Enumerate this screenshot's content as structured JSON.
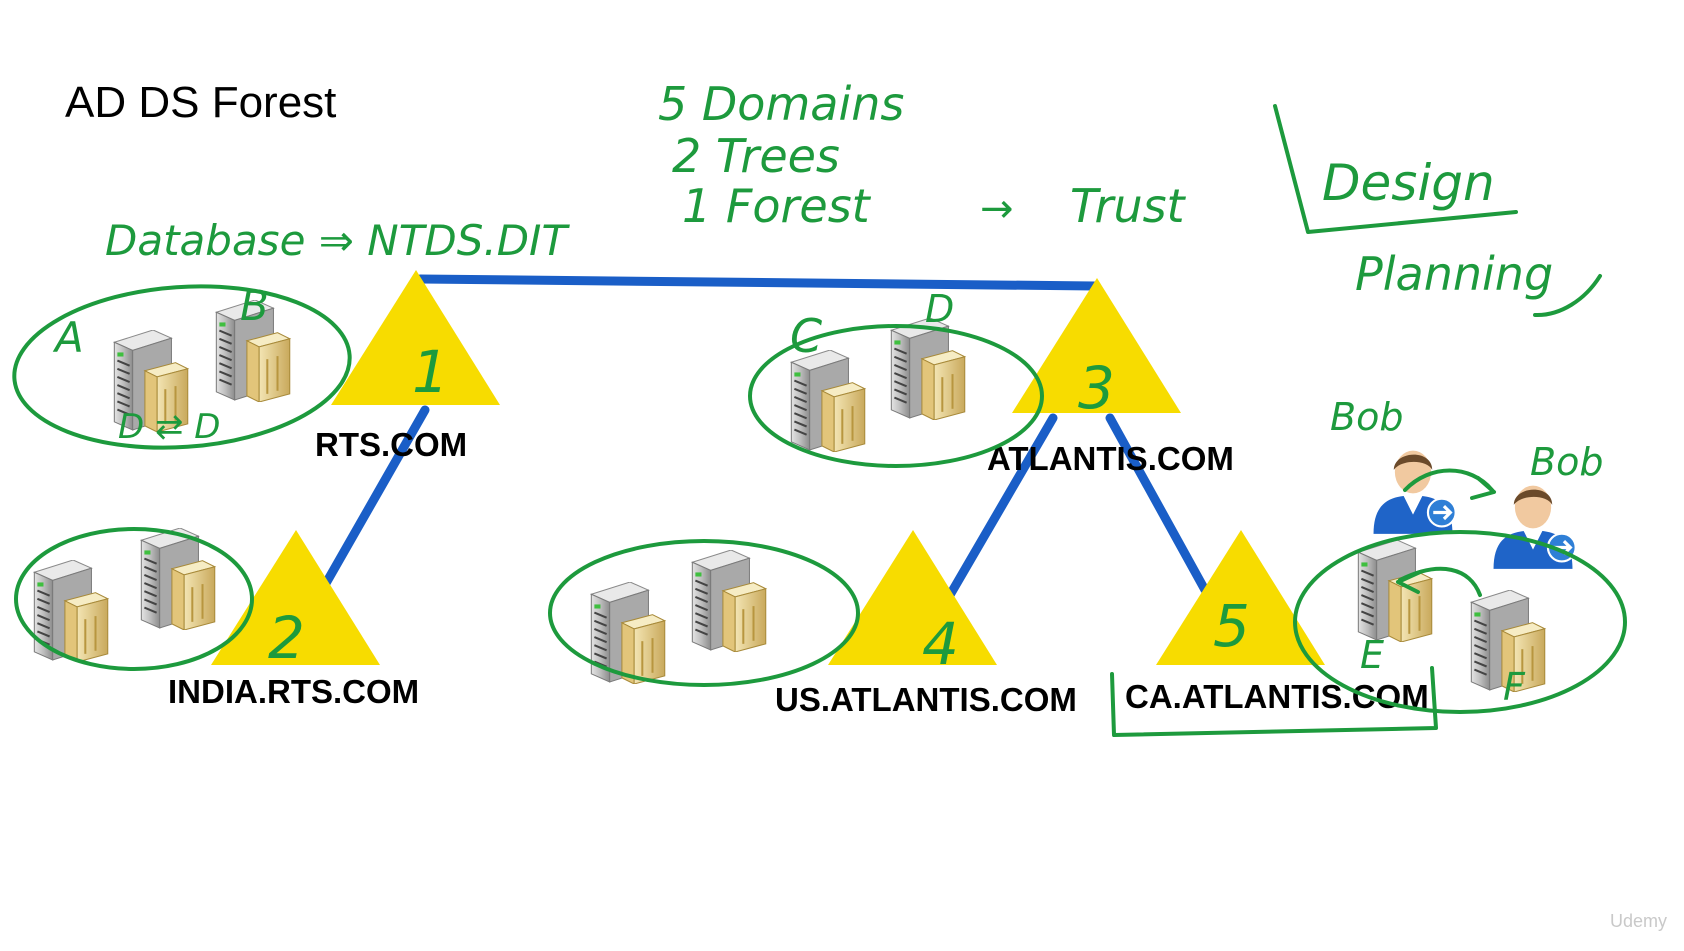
{
  "title": "AD DS Forest",
  "domains": [
    {
      "key": "rts",
      "label": "RTS.COM",
      "number": "1"
    },
    {
      "key": "india",
      "label": "INDIA.RTS.COM",
      "number": "2"
    },
    {
      "key": "atlantis",
      "label": "ATLANTIS.COM",
      "number": "3"
    },
    {
      "key": "us",
      "label": "US.ATLANTIS.COM",
      "number": "4"
    },
    {
      "key": "ca",
      "label": "CA.ATLANTIS.COM",
      "number": "5"
    }
  ],
  "annotations": {
    "summary_domains": "5 Domains",
    "summary_trees": "2 Trees",
    "summary_forest": "1 Forest",
    "arrow": "→",
    "trust": "Trust",
    "design": "Design",
    "planning": "Planning",
    "database": "Database ⇒ NTDS.DIT",
    "dc_a": "A",
    "dc_b": "B",
    "dc_c": "C",
    "dc_d": "D",
    "replication": "D ⇄ D",
    "dc_e": "E",
    "dc_f": "F",
    "user1": "Bob",
    "user2": "Bob"
  },
  "watermark": "Udemy",
  "colors": {
    "ink": "#1d9a3d",
    "link": "#1a5ec7",
    "triangle": "#f7dc00"
  },
  "icons": [
    "server-icon",
    "user-icon"
  ]
}
